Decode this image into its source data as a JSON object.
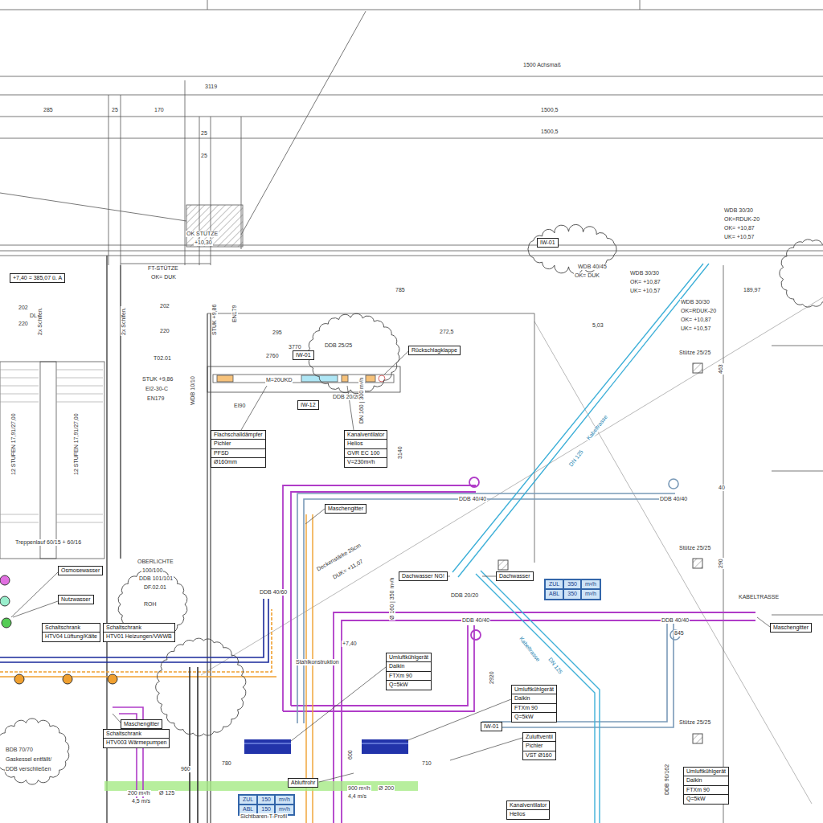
{
  "diagram": {
    "nodes": [
      {
        "text": [
          "+7,40 = 385,07 ü. A"
        ]
      },
      {
        "text": [
          "IW-01"
        ]
      },
      {
        "text": [
          "IW-01"
        ]
      },
      {
        "text": [
          "Rückschlagklappe"
        ]
      },
      {
        "text": [
          "IW-12"
        ]
      },
      {
        "text": [
          "Flachschalldämpfer",
          "Pichler",
          "PFSD",
          "Ø160mm"
        ]
      },
      {
        "text": [
          "Kanalventilator",
          "Helios",
          "GVR EC 100",
          "V=230m³/h"
        ]
      },
      {
        "text": [
          "Maschengitter"
        ]
      },
      {
        "text": [
          "Osmosewasser"
        ]
      },
      {
        "text": [
          "Nutzwasser"
        ]
      },
      {
        "text": [
          "Dachwasser NG!"
        ]
      },
      {
        "text": [
          "Dachwasser"
        ]
      },
      {
        "text": [
          "ZUL",
          "350",
          "m³/h",
          "ABL",
          "350",
          "m³/h"
        ]
      },
      {
        "text": [
          "Schaltschrank",
          "HTV04 Lüftung/Kälte"
        ]
      },
      {
        "text": [
          "Schaltschrank",
          "HTV01 Heizungen/VWWB"
        ]
      },
      {
        "text": [
          "Maschengitter"
        ]
      },
      {
        "text": [
          "Umluftkühlgerät",
          "Daikin",
          "FTXm 90",
          "Q=5kW"
        ]
      },
      {
        "text": [
          "Umluftkühlgerät",
          "Daikin",
          "FTXm 90",
          "Q=5kW"
        ]
      },
      {
        "text": [
          "Maschengitter"
        ]
      },
      {
        "text": [
          "IW-01"
        ]
      },
      {
        "text": [
          "Schaltschrank",
          "HTV003 Wärmepumpen"
        ]
      },
      {
        "text": [
          "Zuluftventil",
          "Pichler",
          "VST Ø160"
        ]
      },
      {
        "text": [
          "Umluftkühlgerät",
          "Daikin",
          "FTXm 90",
          "Q=5kW"
        ]
      },
      {
        "text": [
          "Abluftrohr"
        ]
      },
      {
        "text": [
          "ZUL",
          "150",
          "m³/h",
          "ABL",
          "150",
          "m³/h"
        ]
      },
      {
        "text": [
          "Kanalventilator",
          "Helios"
        ]
      }
    ],
    "labels": [
      "1500 Achsmaß",
      "3119",
      "285",
      "25",
      "170",
      "1500,5",
      "1500,5",
      "25",
      "25",
      "OK STÜTZE",
      "+10,30",
      "FT-STÜTZE",
      "OK= DUK",
      "785",
      "WDB 30/30",
      "OK=RDUK-20",
      "OK= +10,87",
      "UK= +10,57",
      "WDB 40/45",
      "OK= DUK",
      "WDB 30/30",
      "OK= +10,87",
      "UK= +10,57",
      "WDB 30/30",
      "OK=RDUK-20",
      "OK= +10,87",
      "UK= +10,57",
      "189,97",
      "5,03",
      "Stütze 25/25",
      "Stütze 25/25",
      "Stütze 25/25",
      "12 STUFEN 17,91/27,00",
      "12 STUFEN 17,91/27,00",
      "Treppenlauf 60/15 + 60/16",
      "202",
      "DL",
      "220",
      "2x Schlfen.",
      "202",
      "220",
      "T02.01",
      "STUK +9,86",
      "EI2-30-C",
      "EN179",
      "295",
      "272,5",
      "3770",
      "2760",
      "DDB 25/25",
      "DDB 20/20",
      "EI90",
      "M=20UKD",
      "3140",
      "DDB 40/40",
      "DDB 40/40",
      "Deckenstärke 25cm",
      "DUK= +11,07",
      "OBERLICHTE",
      "100/100",
      "DDB 101/101",
      "DF.02.01",
      "ROH",
      "KABELTRASSE",
      "DDB 40/40",
      "DDB 40/40",
      "2920",
      "900 m³/h",
      "Ø 200",
      "4,4 m/s",
      "200 m³/h",
      "Ø 125",
      "4,5 m/s",
      "780",
      "600",
      "710",
      "960",
      "BDB 70/70",
      "Gaskessel entfällt/",
      "DDB verschließen",
      "Kabeltrasse",
      "DN 125",
      "Kabeltrasse",
      "DN 125",
      "DDB 40/60",
      "DDB 20/20",
      "Sichtbaren-T-Profil",
      "+7,40",
      "Stahlkonstruktion",
      "DDB 90/162",
      "2x Schlfen.",
      "STUK +9,86",
      "WDB 10/10",
      "Ø 160 | 350 m³/h",
      "DN 160 | 300 m³/h",
      "290",
      "40",
      "463",
      "845",
      "EN179"
    ]
  }
}
